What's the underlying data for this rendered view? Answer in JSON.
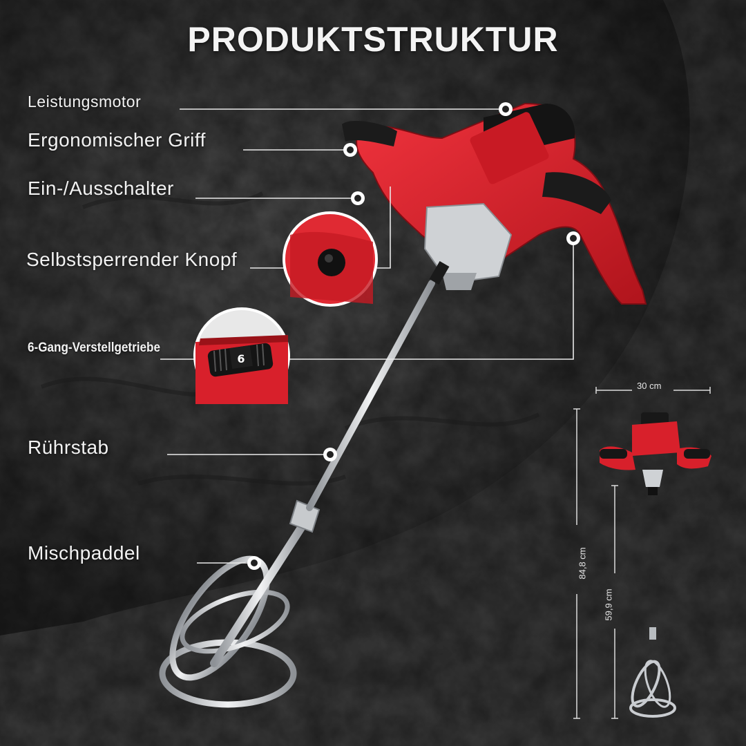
{
  "page": {
    "title": "PRODUKTSTRUKTUR"
  },
  "labels": {
    "motor": "Leistungsmotor",
    "griff": "Ergonomischer Griff",
    "schalter": "Ein-/Ausschalter",
    "knopf": "Selbstsperrender Knopf",
    "gang": "6-Gang-Verstellgetriebe",
    "stab": "Rührstab",
    "paddel": "Mischpaddel"
  },
  "gear_dial": {
    "number": "6"
  },
  "dimensions": {
    "width": "30 cm",
    "total_height": "84,8 cm",
    "stick_length": "59,9 cm"
  },
  "colors": {
    "accent_red": "#d8202b",
    "dark_red": "#9a1218",
    "background": "#2b2b2b",
    "callout_line": "#eaeaea",
    "steel": "#c9ccd0"
  }
}
